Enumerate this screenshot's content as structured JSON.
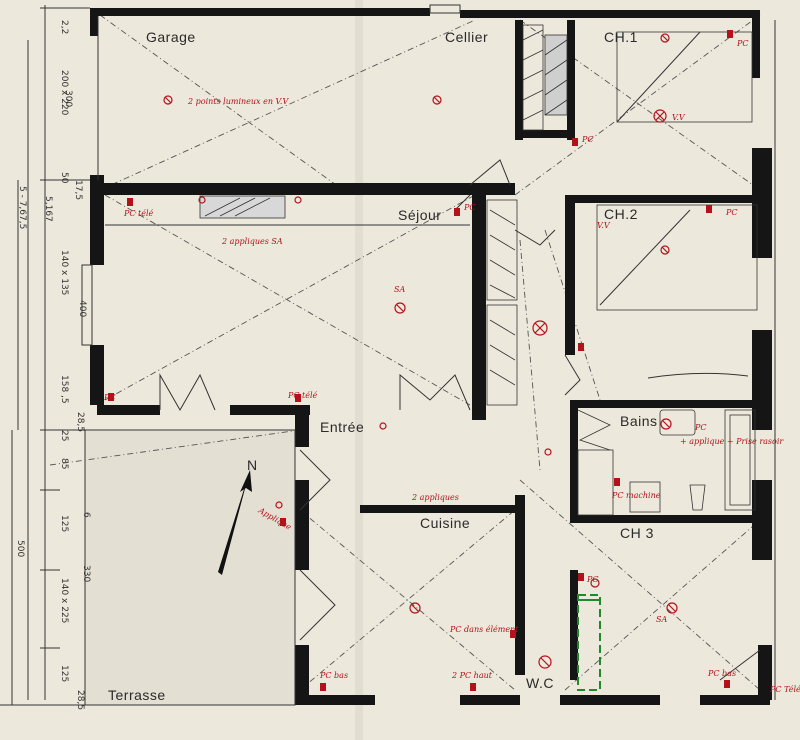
{
  "rooms": {
    "garage": "Garage",
    "cellier": "Cellier",
    "ch1": "CH.1",
    "sejour": "Séjour",
    "ch2": "CH.2",
    "entree": "Entrée",
    "bains": "Bains",
    "cuisine": "Cuisine",
    "ch3": "CH 3",
    "wc": "W.C",
    "terrasse": "Terrasse"
  },
  "annotations": {
    "garage_lights": "2 points lumineux en V.V",
    "pc_ch1": "PC",
    "vv_ch1": "V.V",
    "pc_cellier": "PC",
    "pc_tele_sejour": "PC télé",
    "appliques_sa": "2 appliques SA",
    "pc_sejour": "PC",
    "pc_ch2": "PC",
    "vv_ch2": "V.V",
    "sa_sejour": "SA",
    "pc_sejour_bas": "PC",
    "pc_tele_2": "PC télé",
    "pc_bains": "PC",
    "applique_bains": "+ applique + Prise rasoir",
    "pc_machine": "PC machine",
    "appliques_entree": "2 appliques",
    "applique_terrasse": "Applique",
    "north": "N",
    "pc_dans_element": "PC dans élément",
    "pc_bas_cuisine": "PC bas",
    "pc_haut_cuisine": "2 PC haut",
    "sa_ch3": "SA",
    "pc_ch3": "PC",
    "pc_bas_ch3": "PC bas",
    "pc_tele_ch3": "PC Télé"
  },
  "dimensions": {
    "top": "2,2",
    "d300": "300",
    "d200x220": "200 x 220",
    "d50": "50",
    "d17_5": "17,5",
    "d5_167": "5,167",
    "d7675": "5 - 7,67,5",
    "d140x135": "140 x 135",
    "d400": "400",
    "d158_5": "158 ,5",
    "d28_5a": "28,5",
    "d25": "25",
    "d85": "85",
    "d125a": "125",
    "d500": "500",
    "d330": "330",
    "d140x225": "140 x 225",
    "d125b": "125",
    "d28_5b": "28,5",
    "d6": "6"
  }
}
